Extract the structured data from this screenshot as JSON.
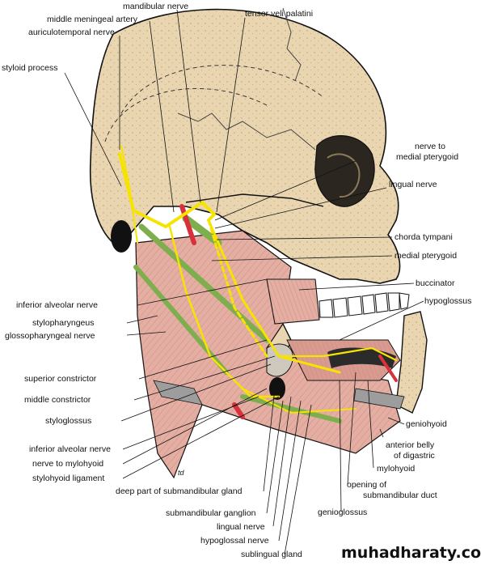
{
  "colors": {
    "bone": "#e9d5b0",
    "bone_dark": "#cdb48a",
    "muscle": "#e4aea3",
    "muscle_dark": "#c98377",
    "nerve": "#f7e300",
    "green": "#7fae4e",
    "artery": "#d8313b",
    "gland": "#cfc8bd",
    "black": "#111111"
  },
  "labels": {
    "top": [
      "mandibular nerve",
      "middle meningeal artery",
      "auriculotemporal nerve",
      "tensor veli palatini"
    ],
    "left": [
      "styloid process",
      "inferior alveolar nerve",
      "stylopharyngeus",
      "glossopharyngeal nerve",
      "superior constrictor",
      "middle constrictor",
      "styloglossus",
      "inferior alveolar nerve",
      "nerve to mylohyoid",
      "stylohyoid ligament"
    ],
    "right": [
      "nerve to",
      "medial pterygoid",
      "lingual nerve",
      "chorda tympani",
      "medial pterygoid",
      "buccinator",
      "hypoglossus",
      "geniohyoid",
      "anterior belly",
      "of digastric",
      "mylohyoid",
      "opening of",
      "submandibular duct",
      "genioglossus"
    ],
    "bottom": [
      "deep part of submandibular gland",
      "submandibular ganglion",
      "lingual nerve",
      "hypoglossal nerve",
      "sublingual gland"
    ]
  },
  "signature": "td",
  "watermark": "muhadharaty.com"
}
